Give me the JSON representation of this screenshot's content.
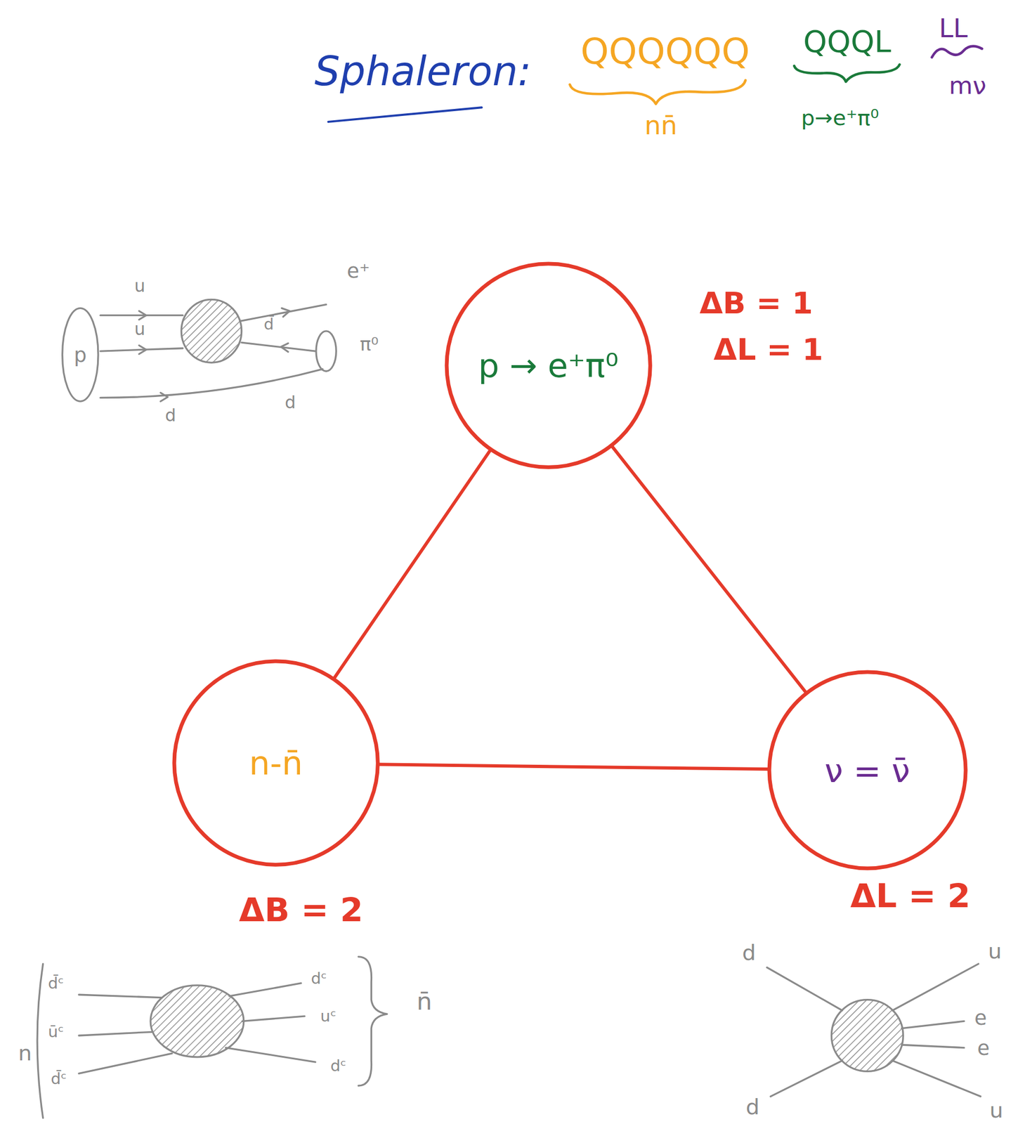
{
  "diagram": {
    "title": "Sphaleron:",
    "nodes": [
      {
        "text": [
          "p → e⁺π⁰"
        ]
      },
      {
        "text": [
          "n-n̄"
        ]
      },
      {
        "text": [
          "ν = ν̄"
        ]
      }
    ],
    "edges": [
      {
        "from": 0,
        "to": 1,
        "arrow": "none"
      },
      {
        "from": 0,
        "to": 2,
        "arrow": "none"
      },
      {
        "from": 1,
        "to": 2,
        "arrow": "none"
      }
    ],
    "labels": [
      "QQQQQQ",
      "nn̄",
      "QQQL",
      "p→e⁺π⁰",
      "LL",
      "mν",
      "ΔB = 1",
      "ΔL = 1",
      "ΔB = 2",
      "ΔL = 2",
      "p",
      "u",
      "u",
      "e⁺",
      "d̄",
      "π⁰",
      "d",
      "d",
      "n",
      "d̄ᶜ",
      "ūᶜ",
      "d̄ᶜ",
      "dᶜ",
      "uᶜ",
      "dᶜ",
      "n̄",
      "d",
      "d",
      "u",
      "u",
      "e",
      "e"
    ]
  }
}
